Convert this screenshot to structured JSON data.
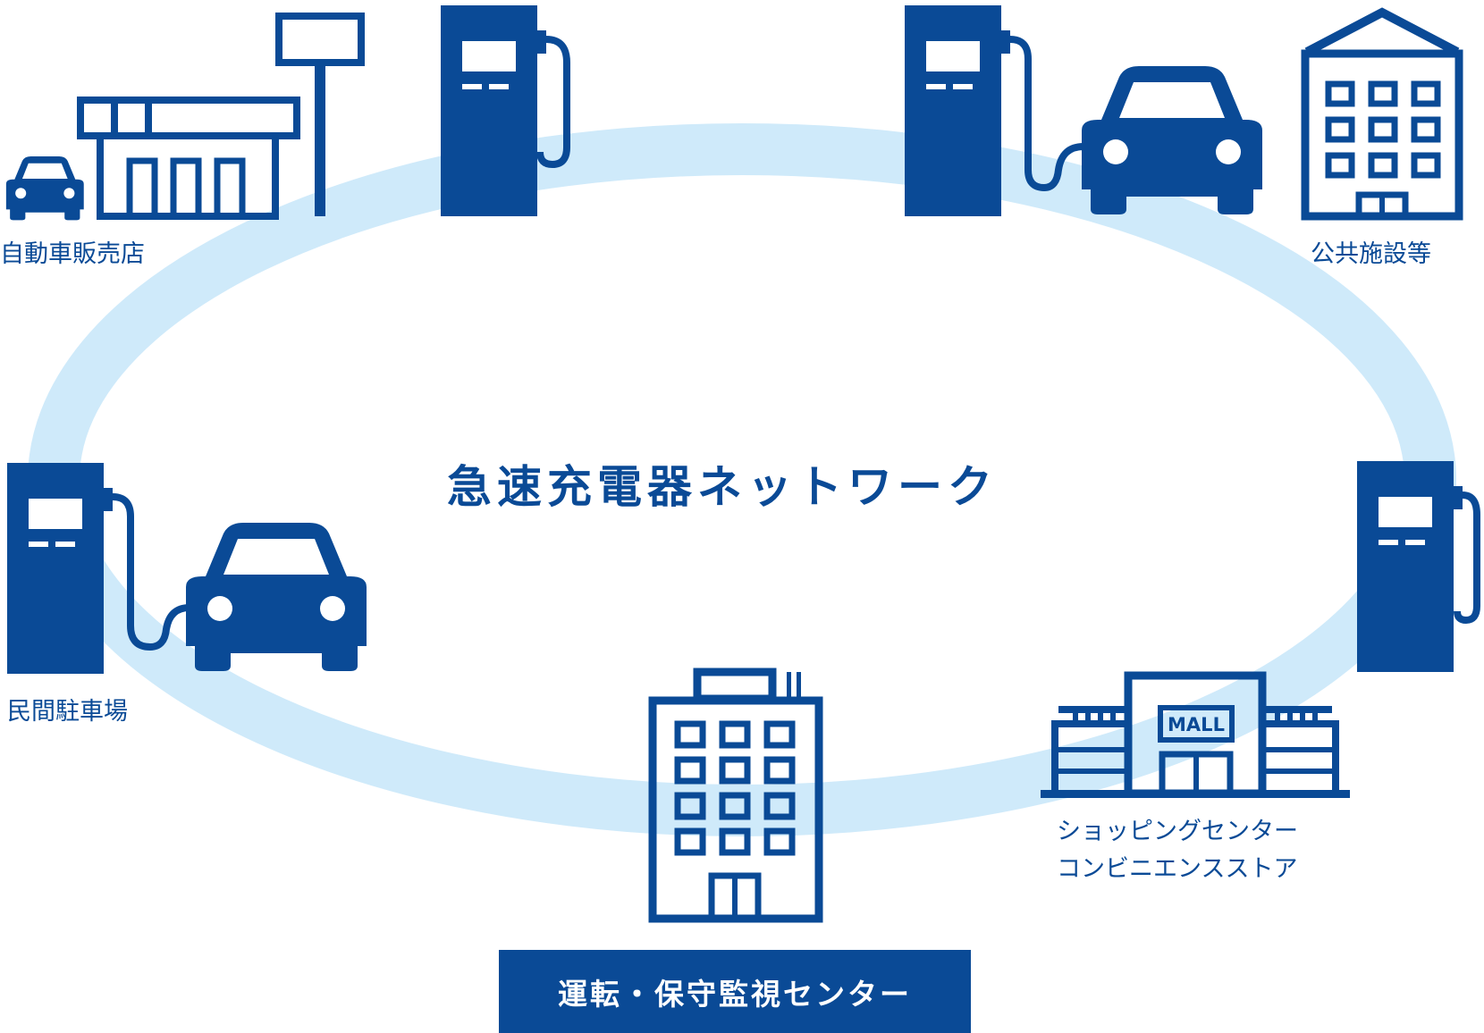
{
  "title": "急速充電器ネットワーク",
  "locations": {
    "dealer": "自動車販売店",
    "public": "公共施設等",
    "parking": "民間駐車場",
    "shopping_line1": "ショッピングセンター",
    "shopping_line2": "コンビニエンスストア"
  },
  "center": "運転・保守監視センター",
  "mall_sign": "MALL",
  "colors": {
    "primary": "#0a4a96",
    "ring": "#cfeafa",
    "white": "#ffffff"
  },
  "icons": [
    "car-icon",
    "convenience-store-icon",
    "charger-icon",
    "public-building-icon",
    "office-building-icon",
    "mall-icon"
  ]
}
